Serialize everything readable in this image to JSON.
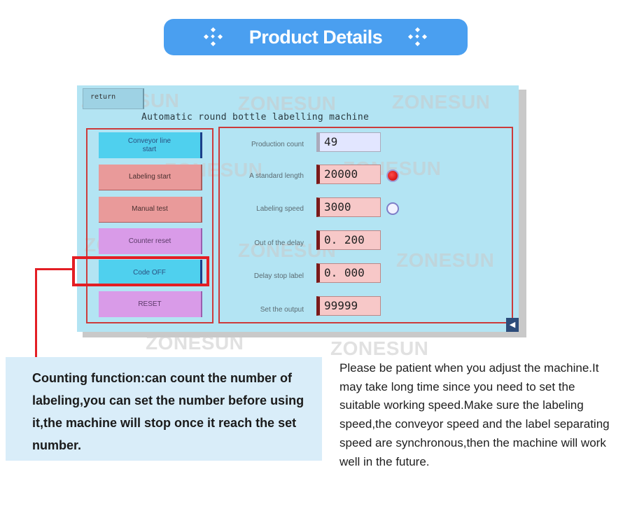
{
  "header": {
    "title": "Product Details",
    "icon": "four-dots-icon"
  },
  "screen": {
    "return_label": "return",
    "title": "Automatic round bottle labelling machine",
    "buttons": [
      {
        "label": "Conveyor line\nstart",
        "style": "cyan"
      },
      {
        "label": "Labeling start",
        "style": "salmon"
      },
      {
        "label": "Manual test",
        "style": "salmon"
      },
      {
        "label": "Counter reset",
        "style": "violet"
      },
      {
        "label": "Code OFF",
        "style": "cyan"
      },
      {
        "label": "RESET",
        "style": "violet"
      }
    ],
    "fields": [
      {
        "label": "Production count",
        "value": "49"
      },
      {
        "label": "A standard length",
        "value": "20000",
        "indicator": "on"
      },
      {
        "label": "Labeling speed",
        "value": "3000",
        "indicator": "off"
      },
      {
        "label": "Out of the delay",
        "value": "0. 200"
      },
      {
        "label": "Delay stop label",
        "value": "0. 000"
      },
      {
        "label": "Set the output",
        "value": "99999"
      }
    ],
    "corner_icon": "arrow-left-icon"
  },
  "watermark": "ZONESUN",
  "callout": {
    "text": "Counting function:can count the number of labeling,you can set the number before using it,the machine will stop once it reach the set number."
  },
  "note": "Please be patient when you adjust the machine.It may take long time since you need to set the suitable working speed.Make sure the labeling speed,the conveyor speed and the label separating speed are synchronous,then the machine will work well in the future.",
  "colors": {
    "accent": "#4a9ff0",
    "highlight": "#e31e24",
    "screen_bg": "#b3e4f3"
  }
}
